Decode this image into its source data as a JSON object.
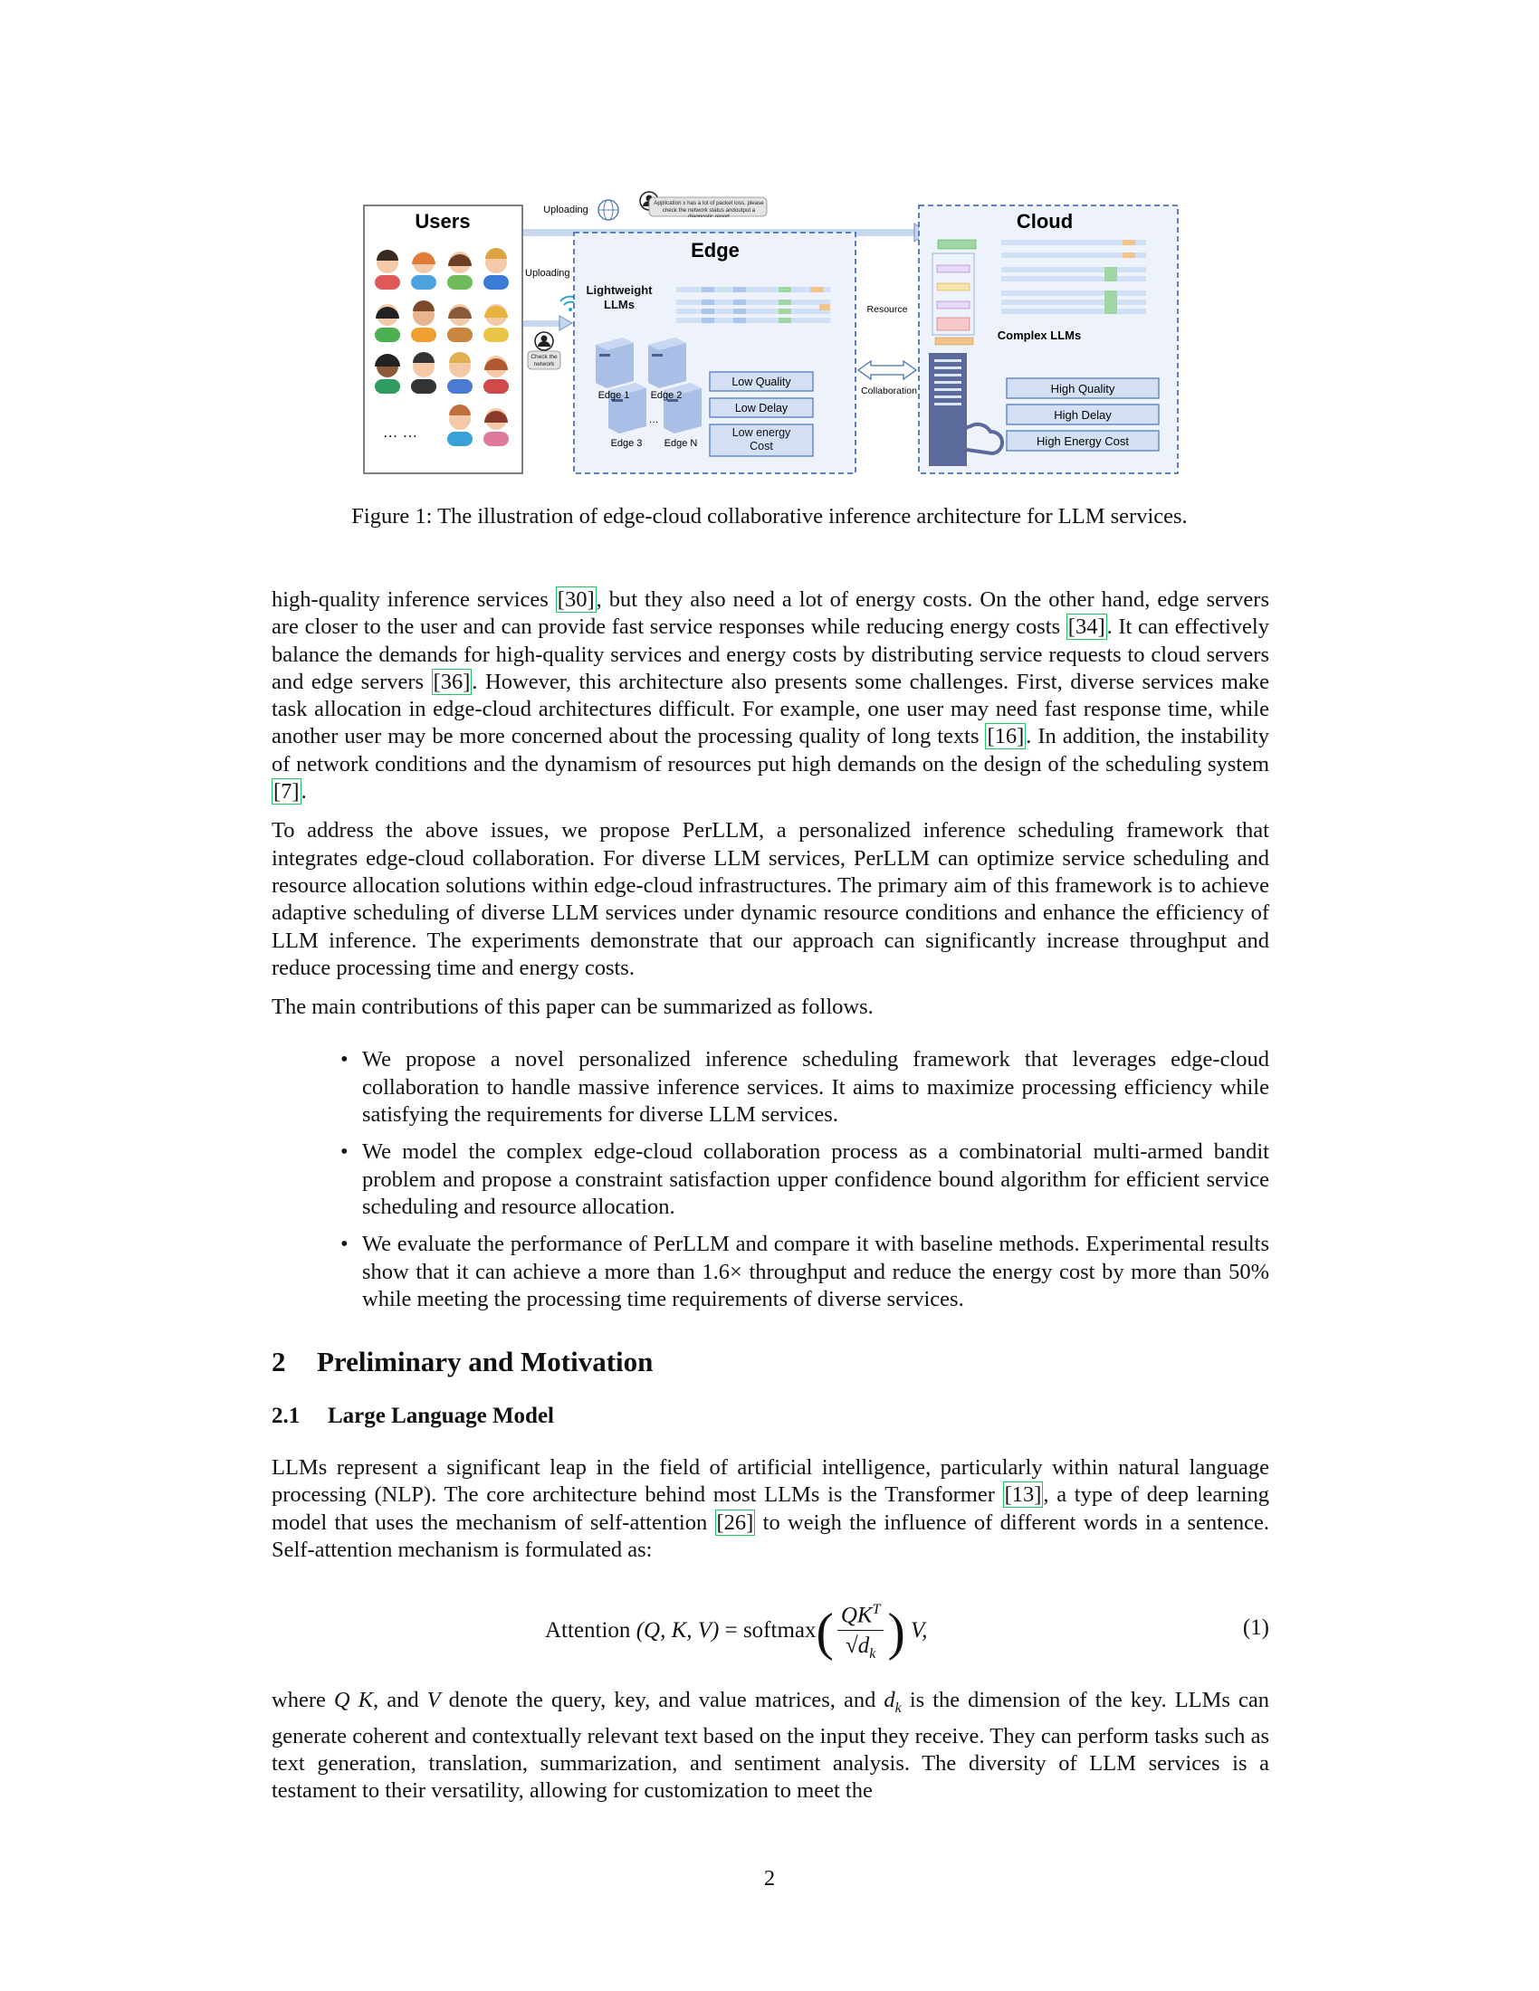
{
  "figure": {
    "users_title": "Users",
    "users_ellipsis": "… …",
    "uploading_top": "Uploading",
    "uploading_left": "Uploading",
    "message": "Application x has a lot of packet loss, please check the network status andoutput a diagnostic report",
    "check_network": "Check the network",
    "edge_title": "Edge",
    "lightweight_llms": "Lightweight LLMs",
    "edge_labels": [
      "Edge 1",
      "Edge 2",
      "Edge 3",
      "Edge N"
    ],
    "edge_ellipsis": "…",
    "edge_props": [
      "Low Quality",
      "Low Delay",
      "Low energy Cost"
    ],
    "resource_label": "Resource",
    "collaboration_label": "Collaboration",
    "cloud_title": "Cloud",
    "complex_llms": "Complex LLMs",
    "cloud_props": [
      "High Quality",
      "High Delay",
      "High Energy Cost"
    ]
  },
  "caption": "Figure 1: The illustration of edge-cloud collaborative inference architecture for LLM services.",
  "p1": {
    "a": "high-quality inference services ",
    "c1": "[30]",
    "b": ", but they also need a lot of energy costs. On the other hand, edge servers are closer to the user and can provide fast service responses while reducing energy costs ",
    "c2": "[34]",
    "c": ". It can effectively balance the demands for high-quality services and energy costs by distributing service requests to cloud servers and edge servers ",
    "c3": "[36]",
    "d": ". However, this architecture also presents some challenges. First, diverse services make task allocation in edge-cloud architectures difficult. For example, one user may need fast response time, while another user may be more concerned about the processing quality of long texts ",
    "c4": "[16]",
    "e": ". In addition, the instability of network conditions and the dynamism of resources put high demands on the design of the scheduling system ",
    "c5": "[7]",
    "f": "."
  },
  "p2": "To address the above issues, we propose PerLLM, a personalized inference scheduling framework that integrates edge-cloud collaboration. For diverse LLM services, PerLLM can optimize service scheduling and resource allocation solutions within edge-cloud infrastructures. The primary aim of this framework is to achieve adaptive scheduling of diverse LLM services under dynamic resource conditions and enhance the efficiency of LLM inference. The experiments demonstrate that our approach can significantly increase throughput and reduce processing time and energy costs.",
  "p3": "The main contributions of this paper can be summarized as follows.",
  "bullets": [
    "We propose a novel personalized inference scheduling framework that leverages edge-cloud collaboration to handle massive inference services. It aims to maximize processing efficiency while satisfying the requirements for diverse LLM services.",
    "We model the complex edge-cloud collaboration process as a combinatorial multi-armed bandit problem and propose a constraint satisfaction upper confidence bound algorithm for efficient service scheduling and resource allocation.",
    "We evaluate the performance of PerLLM and compare it with baseline methods. Experimental results show that it can achieve a more than 1.6× throughput and reduce the energy cost by more than 50% while meeting the processing time requirements of diverse services."
  ],
  "section": {
    "num": "2",
    "title": "Preliminary and Motivation"
  },
  "subsection": {
    "num": "2.1",
    "title": "Large Language Model"
  },
  "p4": {
    "a": "LLMs represent a significant leap in the field of artificial intelligence, particularly within natural language processing (NLP). The core architecture behind most LLMs is the Transformer ",
    "c1": "[13]",
    "b": ", a type of deep learning model that uses the mechanism of self-attention ",
    "c2": "[26]",
    "c": " to weigh the influence of different words in a sentence. Self-attention mechanism is formulated as:"
  },
  "equation": {
    "lhs_name": "Attention",
    "lhs_args": "(Q, K, V)",
    "equals": "=",
    "fn": "softmax",
    "numerator": "QK",
    "sup": "T",
    "denominator": "√d",
    "sub": "k",
    "rhs": "V,",
    "number": "(1)"
  },
  "p5": {
    "a": "where ",
    "q": "Q",
    "b": " ",
    "k": "K",
    "c": ", and ",
    "v": "V",
    "d": " denote the query, key, and value matrices, and ",
    "dk": "d",
    "dk_sub": "k",
    "e": " is the dimension of the key. LLMs can generate coherent and contextually relevant text based on the input they receive. They can perform tasks such as text generation, translation, summarization, and sentiment analysis. The diversity of LLM services is a testament to their versatility, allowing for customization to meet the"
  },
  "page_number": "2"
}
